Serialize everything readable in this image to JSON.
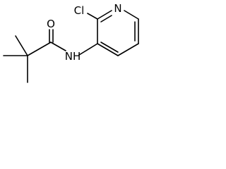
{
  "molecule": {
    "atoms": {
      "oxygen": "O",
      "chlorine": "Cl",
      "pyridine_nitrogen": "N",
      "amide_nh": "NH"
    }
  }
}
